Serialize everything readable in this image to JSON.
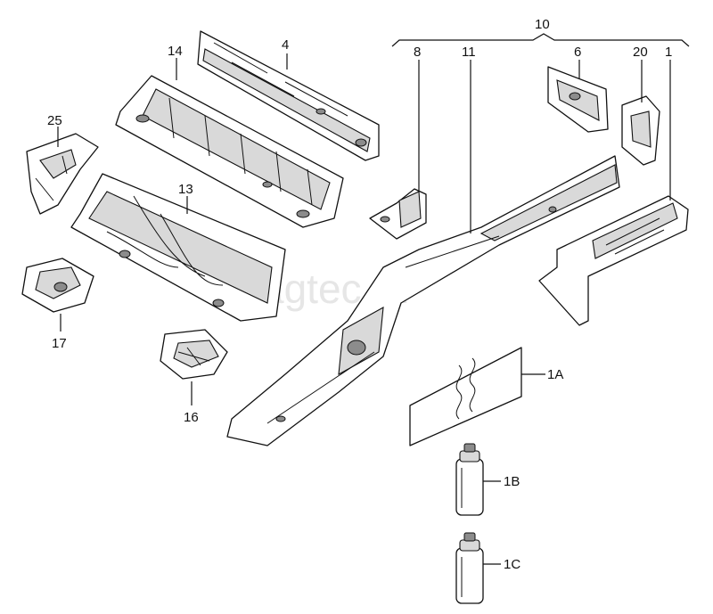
{
  "watermark": "vagtec.ru",
  "callouts": {
    "p1": "1",
    "p1a": "1A",
    "p1b": "1B",
    "p1c": "1C",
    "p4": "4",
    "p6": "6",
    "p8": "8",
    "p10": "10",
    "p11": "11",
    "p13": "13",
    "p14": "14",
    "p16": "16",
    "p17": "17",
    "p20": "20",
    "p25": "25"
  }
}
